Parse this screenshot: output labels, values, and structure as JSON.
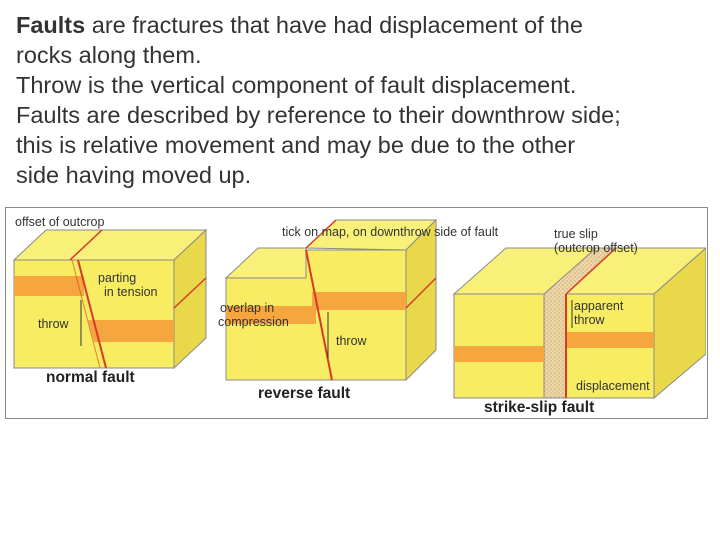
{
  "intro": {
    "lead_word": "Faults",
    "line1_rest": " are fractures that have had displacement of the",
    "line2": "rocks along them.",
    "line3": "Throw is the vertical component of fault displacement.",
    "line4": "Faults are described by reference to their downthrow side;",
    "line5": "this is relative movement and may be due to the other",
    "line6": "side having moved up."
  },
  "figure": {
    "colors": {
      "rock": "#f7ec62",
      "rock_dark": "#e8d84a",
      "band": "#f6a63f",
      "fault_line": "#d83a2a",
      "gouge": "#efd8a8"
    },
    "labels": {
      "offset_of_outcrop": "offset of outcrop",
      "tick_on_map": "tick on map, on downthrow side of fault",
      "true_slip_1": "true slip",
      "true_slip_2": "(outcrop offset)",
      "parting_1": "parting",
      "parting_2": "in tension",
      "throw_normal": "throw",
      "overlap_1": "overlap in",
      "overlap_2": "compression",
      "throw_reverse": "throw",
      "apparent_1": "apparent",
      "apparent_2": "throw",
      "displacement": "displacement"
    },
    "captions": {
      "normal": "normal fault",
      "reverse": "reverse fault",
      "strike_slip": "strike-slip fault"
    }
  }
}
